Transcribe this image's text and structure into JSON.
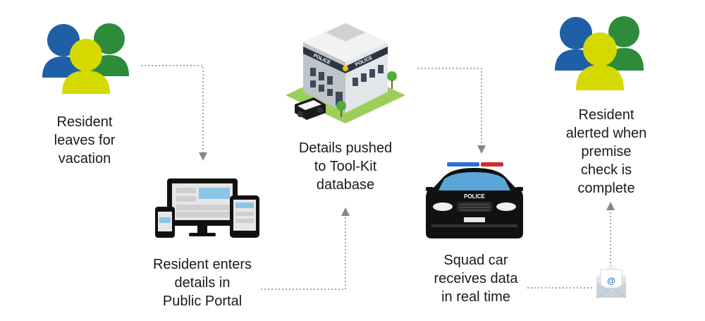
{
  "steps": [
    {
      "id": "leaves",
      "icon": "group-of-people-icon",
      "lines": [
        "Resident",
        "leaves for",
        "vacation"
      ]
    },
    {
      "id": "portal",
      "icon": "devices-icon",
      "lines": [
        "Resident enters",
        "details in",
        "Public Portal"
      ]
    },
    {
      "id": "database",
      "icon": "police-station-icon",
      "lines": [
        "Details pushed",
        "to Tool-Kit",
        "database"
      ]
    },
    {
      "id": "squad",
      "icon": "police-car-icon",
      "lines": [
        "Squad car",
        "receives data",
        "in real time"
      ]
    },
    {
      "id": "alerted",
      "icon": "group-of-people-icon",
      "lines": [
        "Resident",
        "alerted when",
        "premise",
        "check is",
        "complete"
      ]
    }
  ],
  "labels": {
    "station_sign_left": "POLICE",
    "station_sign_right": "POLICE",
    "car_sign": "POLICE",
    "email_symbol": "@"
  },
  "colors": {
    "person_blue": "#1f5fa8",
    "person_green": "#2e8b3a",
    "person_yellow": "#d4d900",
    "connector": "#888888"
  }
}
